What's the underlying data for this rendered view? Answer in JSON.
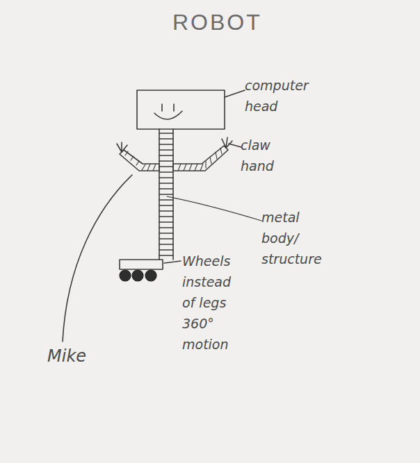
{
  "diagram": {
    "title": "ROBOT",
    "labels": [
      "computer head",
      "claw hand",
      "metal body/ structure",
      "Wheels instead of legs 360° motion",
      "Mike"
    ]
  }
}
